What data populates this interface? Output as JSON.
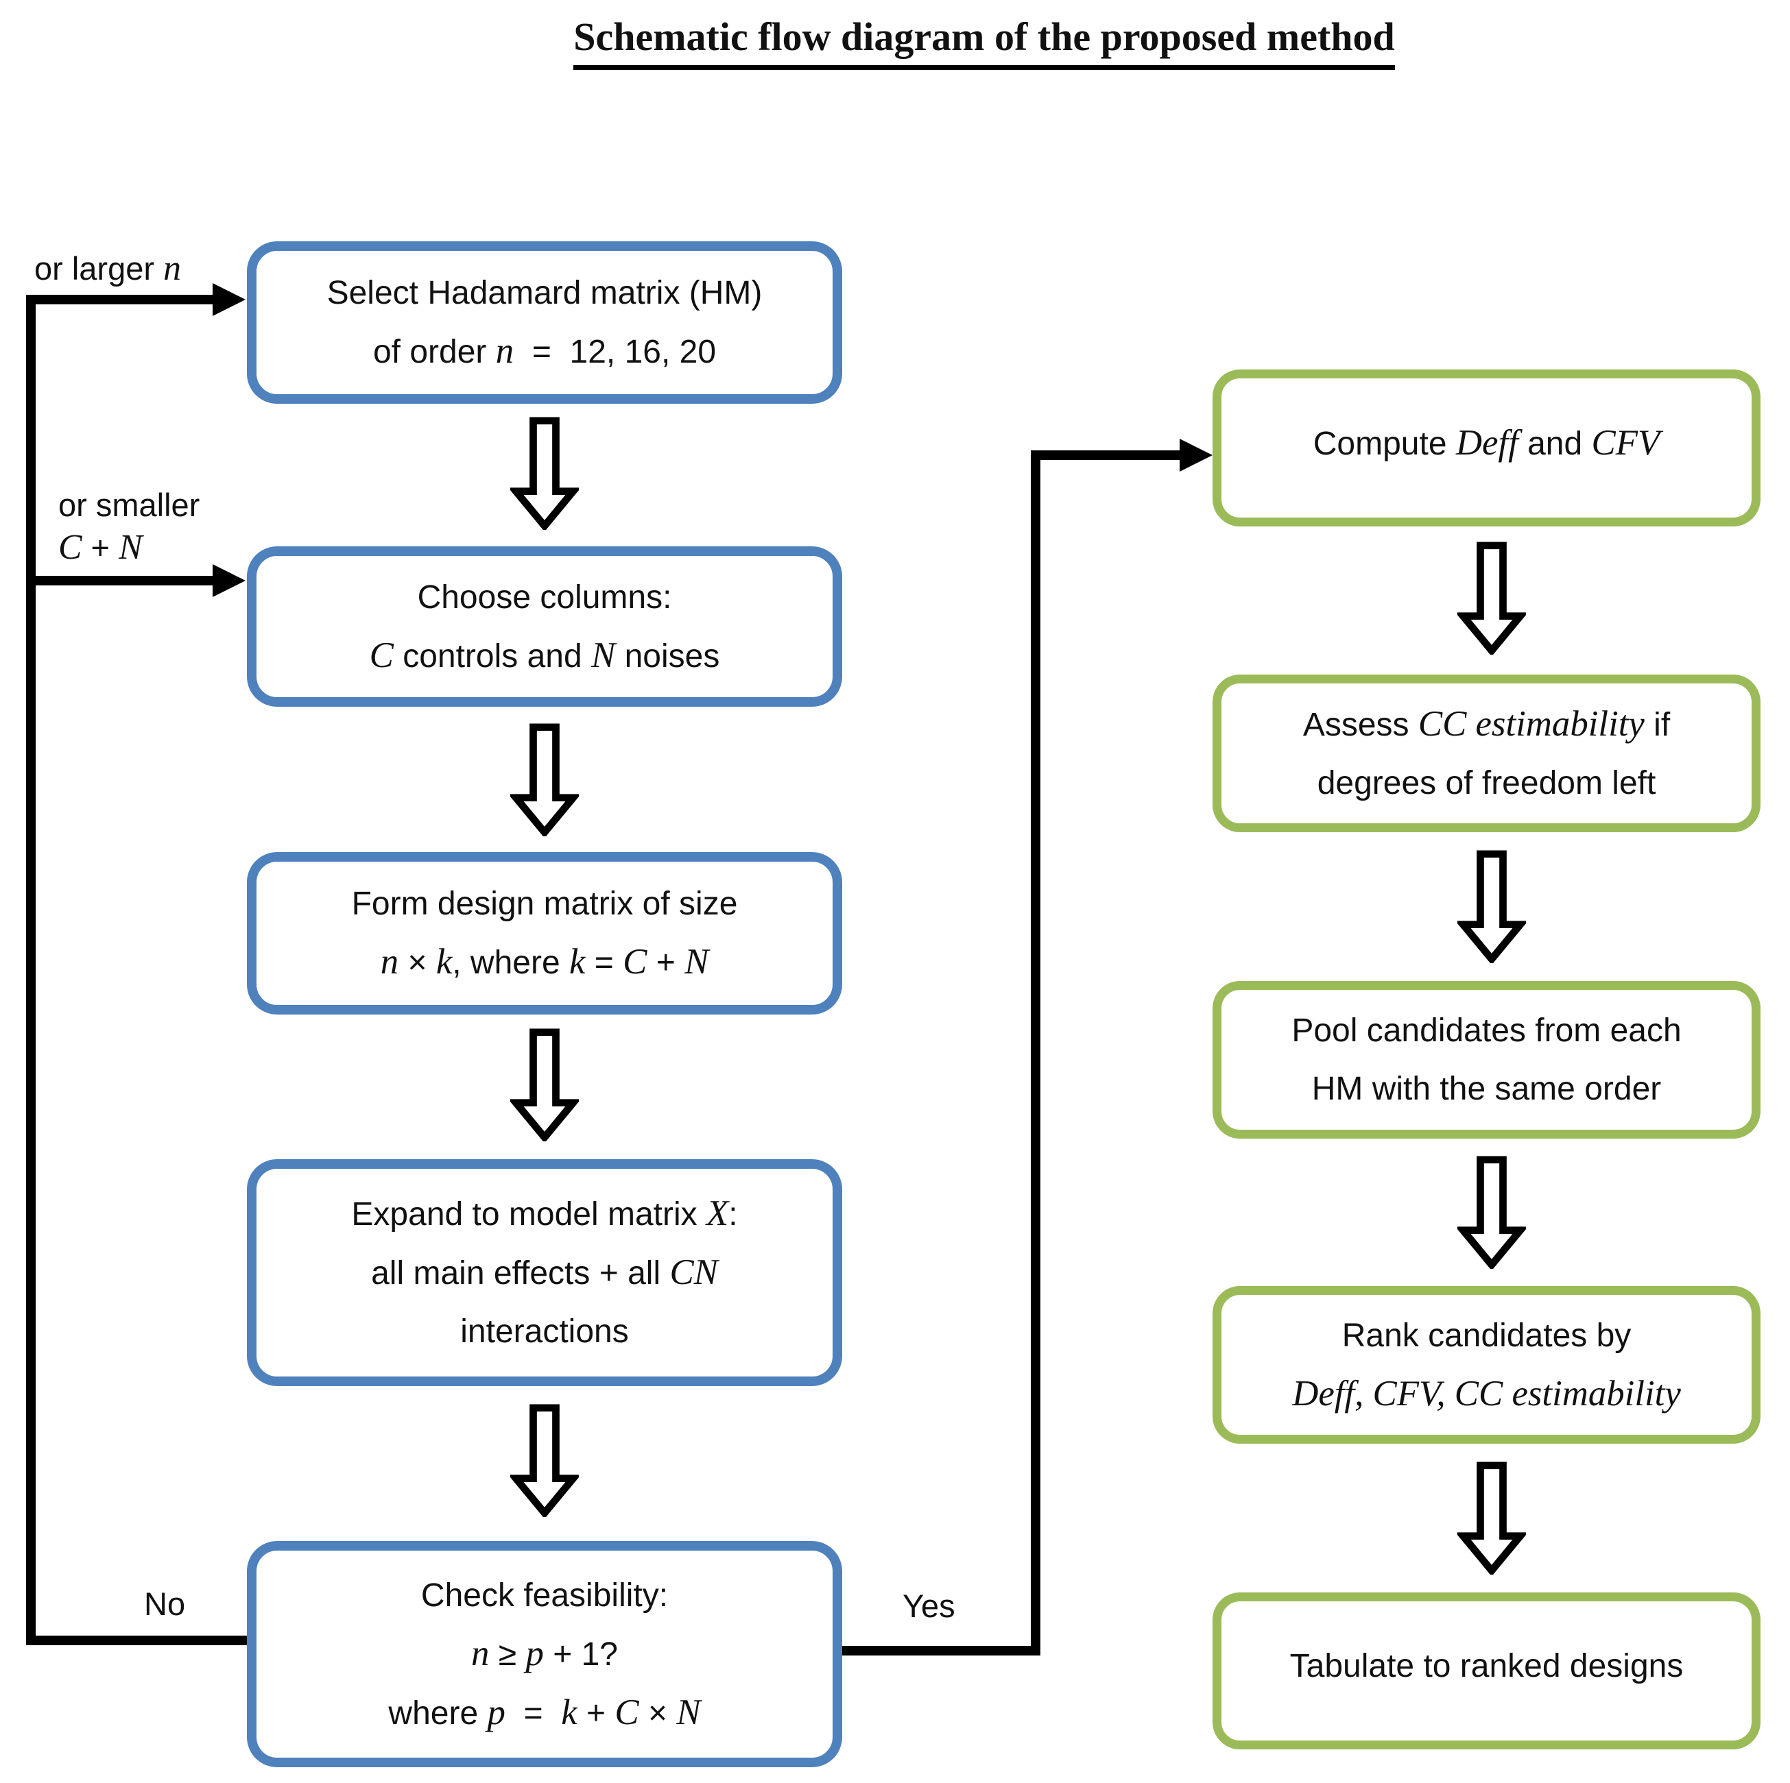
{
  "title": "Schematic flow diagram of the proposed method",
  "colors": {
    "box_blue": "#4f81bd",
    "box_green": "#9bbb59",
    "line_black": "#000000"
  },
  "labels": {
    "no": "No",
    "yes": "Yes",
    "or_larger": [
      {
        "t": "or larger "
      },
      {
        "t": "n",
        "m": true
      }
    ],
    "or_smaller_line1": [
      {
        "t": "or smaller"
      }
    ],
    "or_smaller_line2": [
      {
        "t": "C",
        "m": true
      },
      {
        "t": " + "
      },
      {
        "t": "N",
        "m": true
      }
    ]
  },
  "left_boxes": [
    {
      "name": "select-hadamard-matrix",
      "lines": [
        [
          {
            "t": "Select Hadamard matrix (HM)"
          }
        ],
        [
          {
            "t": "of order "
          },
          {
            "t": "n",
            "m": true
          },
          {
            "t": "  =  12, 16, 20"
          }
        ]
      ]
    },
    {
      "name": "choose-columns",
      "lines": [
        [
          {
            "t": "Choose columns:"
          }
        ],
        [
          {
            "t": "C",
            "m": true
          },
          {
            "t": " controls and "
          },
          {
            "t": "N",
            "m": true
          },
          {
            "t": " noises"
          }
        ]
      ]
    },
    {
      "name": "form-design-matrix",
      "lines": [
        [
          {
            "t": "Form design matrix of size"
          }
        ],
        [
          {
            "t": "n",
            "m": true
          },
          {
            "t": " × "
          },
          {
            "t": "k",
            "m": true
          },
          {
            "t": ", where "
          },
          {
            "t": "k",
            "m": true
          },
          {
            "t": " = "
          },
          {
            "t": "C",
            "m": true
          },
          {
            "t": " + "
          },
          {
            "t": "N",
            "m": true
          }
        ]
      ]
    },
    {
      "name": "expand-model-matrix",
      "lines": [
        [
          {
            "t": "Expand to model matrix "
          },
          {
            "t": "X",
            "m": true
          },
          {
            "t": ":"
          }
        ],
        [
          {
            "t": "all main effects + all "
          },
          {
            "t": "CN",
            "m": true
          }
        ],
        [
          {
            "t": "interactions"
          }
        ]
      ]
    },
    {
      "name": "check-feasibility",
      "lines": [
        [
          {
            "t": "Check feasibility:"
          }
        ],
        [
          {
            "t": "n",
            "m": true
          },
          {
            "t": " ≥ "
          },
          {
            "t": "p",
            "m": true
          },
          {
            "t": " + 1?"
          }
        ],
        [
          {
            "t": "where "
          },
          {
            "t": "p",
            "m": true
          },
          {
            "t": "  =  "
          },
          {
            "t": "k",
            "m": true
          },
          {
            "t": " + "
          },
          {
            "t": "C",
            "m": true
          },
          {
            "t": " × "
          },
          {
            "t": "N",
            "m": true
          }
        ]
      ]
    }
  ],
  "right_boxes": [
    {
      "name": "compute-deff-cfv",
      "lines": [
        [
          {
            "t": "Compute "
          },
          {
            "t": "Deff",
            "m": true
          },
          {
            "t": " and "
          },
          {
            "t": "CFV",
            "m": true
          }
        ]
      ]
    },
    {
      "name": "assess-cc-estimability",
      "lines": [
        [
          {
            "t": "Assess "
          },
          {
            "t": "CC estimability",
            "m": true
          },
          {
            "t": " if"
          }
        ],
        [
          {
            "t": "degrees of freedom left"
          }
        ]
      ]
    },
    {
      "name": "pool-candidates",
      "lines": [
        [
          {
            "t": "Pool candidates from each"
          }
        ],
        [
          {
            "t": "HM with the same order"
          }
        ]
      ]
    },
    {
      "name": "rank-candidates",
      "lines": [
        [
          {
            "t": "Rank candidates by"
          }
        ],
        [
          {
            "t": "Deff, CFV, CC estimability",
            "m": true
          }
        ]
      ]
    },
    {
      "name": "tabulate-designs",
      "lines": [
        [
          {
            "t": "Tabulate to ranked designs"
          }
        ]
      ]
    }
  ]
}
